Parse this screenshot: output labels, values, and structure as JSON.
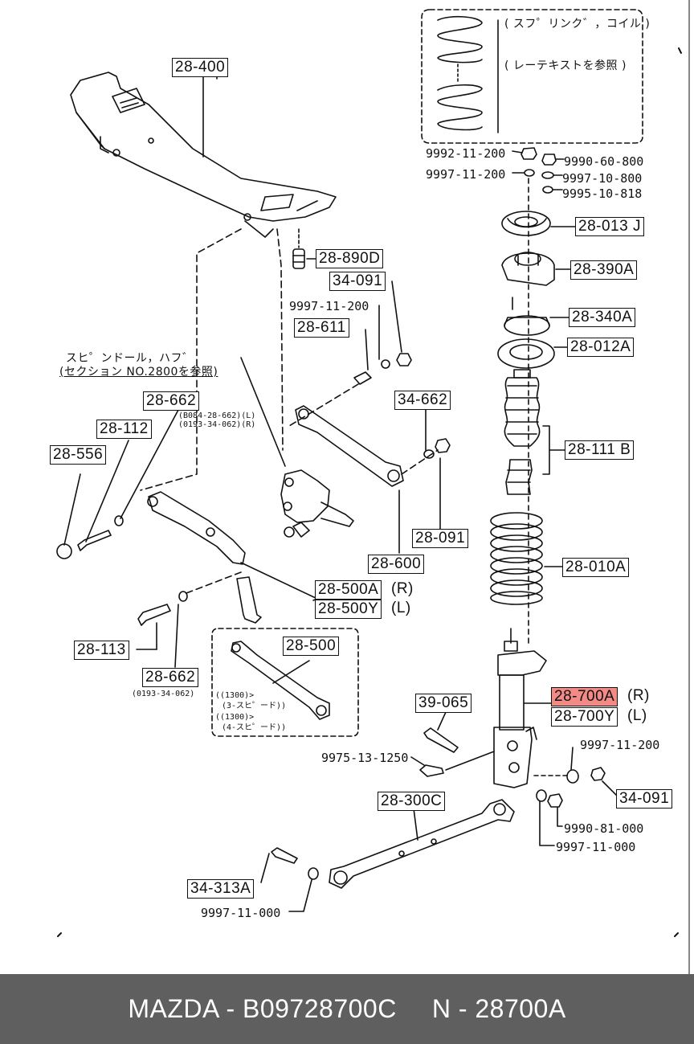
{
  "labels": {
    "l28400": "28-400",
    "l28890D": "28-890D",
    "l34091a": "34-091",
    "l9997_11_200a": "9997-11-200",
    "l28611": "28-611",
    "l28662a": "28-662",
    "l28112": "28-112",
    "l28556": "28-556",
    "l34662": "34-662",
    "l28091": "28-091",
    "l28600": "28-600",
    "l28500A": "28-500A",
    "l28500Y": "28-500Y",
    "l28113": "28-113",
    "l28662b": "28-662",
    "l28500": "28-500",
    "l39065": "39-065",
    "l9975_13_1250": "9975-13-1250",
    "l28300C": "28-300C",
    "l34313A": "34-313A",
    "l9997_11_000a": "9997-11-000",
    "l9992_11_200": "9992-11-200",
    "l9997_11_200b": "9997-11-200",
    "l9990_60_800": "9990-60-800",
    "l9997_10_800": "9997-10-800",
    "l9995_10_818": "9995-10-818",
    "l28013J": "28-013 J",
    "l28390A": "28-390A",
    "l28340A": "28-340A",
    "l28012A": "28-012A",
    "l28111B": "28-111 B",
    "l28010A": "28-010A",
    "l28700A": "28-700A",
    "l28700Y": "28-700Y",
    "l9997_11_200c": "9997-11-200",
    "l34091b": "34-091",
    "l9990_81_000": "9990-81-000",
    "l9997_11_000b": "9997-11-000",
    "sideR": "(R)",
    "sideL": "(L)",
    "sideR2": "(R)",
    "sideL2": "(L)"
  },
  "notes": {
    "spring_coil": "( スフ゜リンク゛，コイル )",
    "see_text": "( レーテキストを参照 )",
    "spindle_hub": "スヒ゜ンドール，ハフ゛",
    "section_ref": "(セクション NO.2800を参照)",
    "ref_l": "(B084-28-662)(L)",
    "ref_r": "(0193-34-062)(R)",
    "ref_b": "(0193-34-062)",
    "v1": "((1300)>",
    "v1b": "(3-スヒ゜ード))",
    "v2": "((1300)>",
    "v2b": "(4-スヒ゜ード))"
  },
  "footer": {
    "part": "MAZDA - B09728700C",
    "number": "N - 28700A"
  },
  "colors": {
    "highlight": "#f28a86",
    "footer_bg": "#5f5f5f",
    "line": "#111111"
  }
}
